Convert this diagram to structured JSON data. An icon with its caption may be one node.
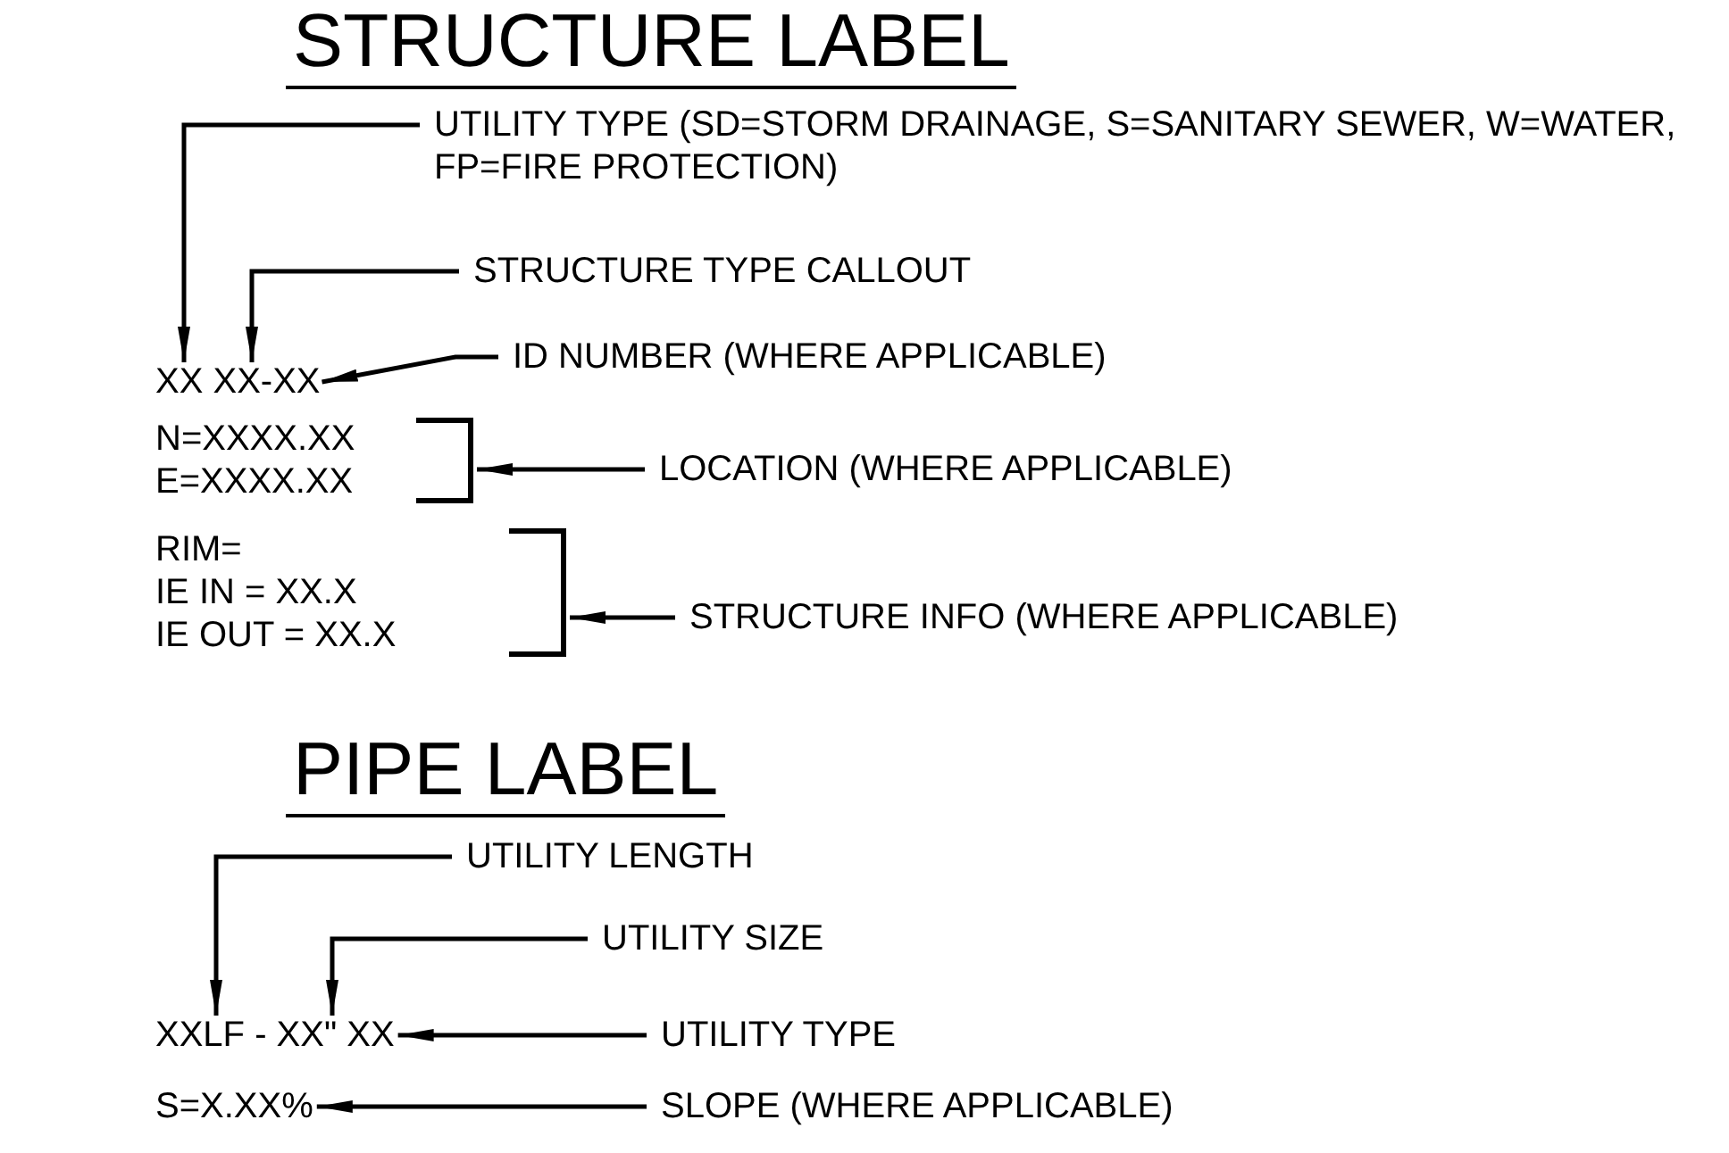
{
  "diagram": {
    "nodes": [
      {
        "text": [
          "UTILITY TYPE (SD=STORM DRAINAGE, S=SANITARY SEWER, W=WATER, FP=FIRE PROTECTION)"
        ]
      },
      {
        "text": [
          "STRUCTURE TYPE CALLOUT"
        ]
      },
      {
        "text": [
          "XX XX-XX"
        ]
      },
      {
        "text": [
          "ID NUMBER (WHERE APPLICABLE)"
        ]
      },
      {
        "text": [
          "N=XXXX.XX",
          "E=XXXX.XX"
        ]
      },
      {
        "text": [
          "LOCATION (WHERE APPLICABLE)"
        ]
      },
      {
        "text": [
          "RIM=",
          "IE IN = XX.X",
          "IE OUT = XX.X"
        ]
      },
      {
        "text": [
          "STRUCTURE INFO (WHERE APPLICABLE)"
        ]
      },
      {
        "text": [
          "UTILITY LENGTH"
        ]
      },
      {
        "text": [
          "UTILITY SIZE"
        ]
      },
      {
        "text": [
          "XXLF - XX\" XX"
        ]
      },
      {
        "text": [
          "UTILITY TYPE"
        ]
      },
      {
        "text": [
          "S=X.XX%"
        ]
      },
      {
        "text": [
          "SLOPE (WHERE APPLICABLE)"
        ]
      }
    ],
    "edges": [
      {
        "from": 0,
        "to": 2,
        "arrow": "to"
      },
      {
        "from": 1,
        "to": 2,
        "arrow": "to"
      },
      {
        "from": 3,
        "to": 2,
        "arrow": "to"
      },
      {
        "from": 5,
        "to": 4,
        "arrow": "to"
      },
      {
        "from": 7,
        "to": 6,
        "arrow": "to"
      },
      {
        "from": 8,
        "to": 10,
        "arrow": "to"
      },
      {
        "from": 9,
        "to": 10,
        "arrow": "to"
      },
      {
        "from": 11,
        "to": 10,
        "arrow": "to"
      },
      {
        "from": 13,
        "to": 12,
        "arrow": "to"
      }
    ],
    "labels": [
      "STRUCTURE LABEL",
      "PIPE LABEL"
    ]
  }
}
